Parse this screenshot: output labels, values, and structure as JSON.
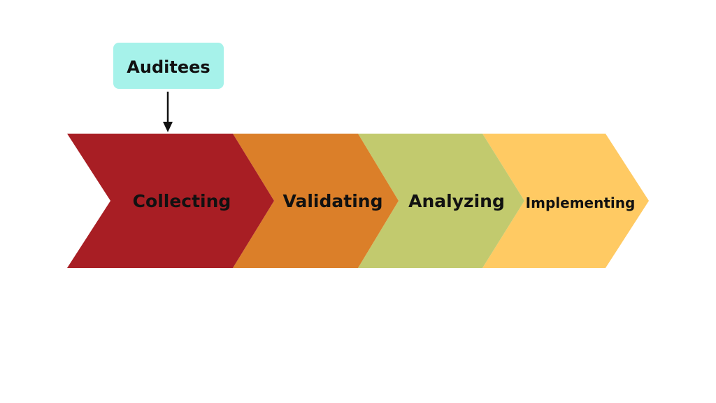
{
  "callout": {
    "label": "Auditees",
    "color": "#A6F2EA"
  },
  "stages": [
    {
      "label": "Collecting",
      "color": "#A81E24"
    },
    {
      "label": "Validating",
      "color": "#DB7F29"
    },
    {
      "label": "Analyzing",
      "color": "#C2CA6E"
    },
    {
      "label": "Implementing",
      "color": "#FFCA63"
    }
  ],
  "arrow_color": "#111111"
}
